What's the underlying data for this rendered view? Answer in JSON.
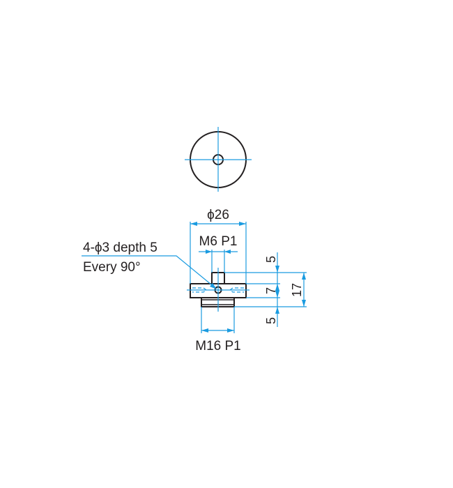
{
  "drawing": {
    "note_line1": "4-ϕ3 depth 5",
    "note_line2": "Every 90°",
    "diameter_label": "ϕ26",
    "top_thread_label": "M6 P1",
    "bottom_thread_label": "M16 P1",
    "dim_top_height": "5",
    "dim_mid_height": "7",
    "dim_bottom_height": "5",
    "dim_total_height": "17",
    "colors": {
      "outline": "#231f20",
      "dimension": "#1a9be0"
    }
  }
}
